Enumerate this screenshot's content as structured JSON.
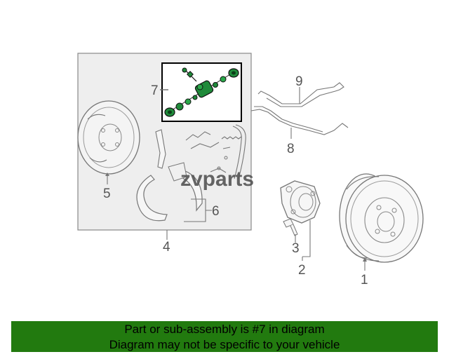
{
  "callouts": {
    "c1": "1",
    "c2": "2",
    "c3": "3",
    "c4": "4",
    "c5": "5",
    "c6": "6",
    "c7": "7",
    "c8": "8",
    "c9": "9"
  },
  "watermark": "zvparts",
  "banner": {
    "line1": "Part or sub-assembly is #7 in diagram",
    "line2": "Diagram may not be specific to your vehicle"
  },
  "colors": {
    "banner_bg": "#227a0f",
    "highlight_part": "#1f8a3a",
    "panel_bg": "#eeeeee"
  }
}
